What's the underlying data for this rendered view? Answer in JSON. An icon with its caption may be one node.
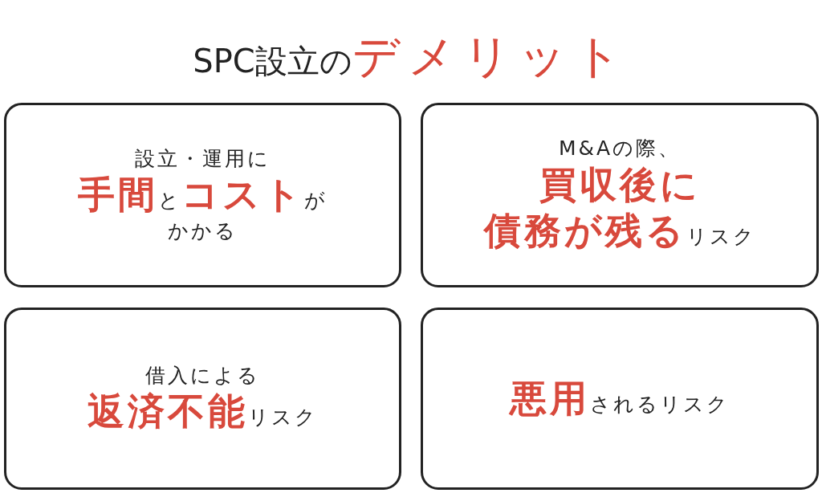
{
  "diagram": {
    "title": "SPC設立の**デメリット**",
    "nodes": [
      {
        "text": [
          "設立・運用に",
          "**手間**と**コスト**が",
          "かかる"
        ]
      },
      {
        "text": [
          "M&Aの際、",
          "**買収後に**",
          "**債務が残る**リスク"
        ]
      },
      {
        "text": [
          "借入による",
          "**返済不能**リスク"
        ]
      },
      {
        "text": [
          "**悪用**されるリスク"
        ]
      }
    ],
    "edges": []
  }
}
